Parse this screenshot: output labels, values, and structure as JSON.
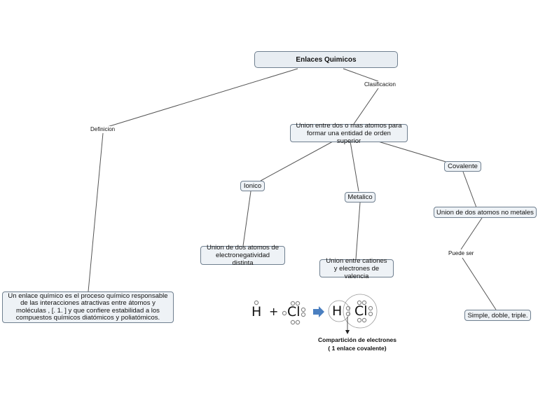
{
  "title": "Enlaces Quimicos",
  "nodes": {
    "root": "Enlaces Quimicos",
    "union": "Union entre dos o mas atomos para formar una entidad de orden superior",
    "ionico": "Ionico",
    "metalico": "Metalico",
    "covalente": "Covalente",
    "ionico_desc": "Union de dos atomos de electronegatividad distinta",
    "metalico_desc": "Union entre cationes y electrones de valencia",
    "covalente_desc": "Union de dos atomos no metales",
    "covalente_tipos": "Simple, doble, triple.",
    "definicion_texto": "Un enlace químico es el proceso químico responsable de las interacciones atractivas entre átomos y moléculas , [. 1. ] y que confiere estabilidad a los compuestos químicos diatómicos y poliatómicos."
  },
  "links": {
    "definicion": "Definicion",
    "clasificacion": "Clasificacion",
    "puede_ser": "Puede ser"
  },
  "illustration": {
    "h": "H",
    "plus": "+",
    "cl": "Cl",
    "caption_line1": "Compartición de electrones",
    "caption_line2": "( 1 enlace covalente)"
  },
  "colors": {
    "node_bg": "#eef2f6",
    "node_border": "#6f7f8f",
    "line": "#555555",
    "arrow": "#4a7fc0"
  }
}
